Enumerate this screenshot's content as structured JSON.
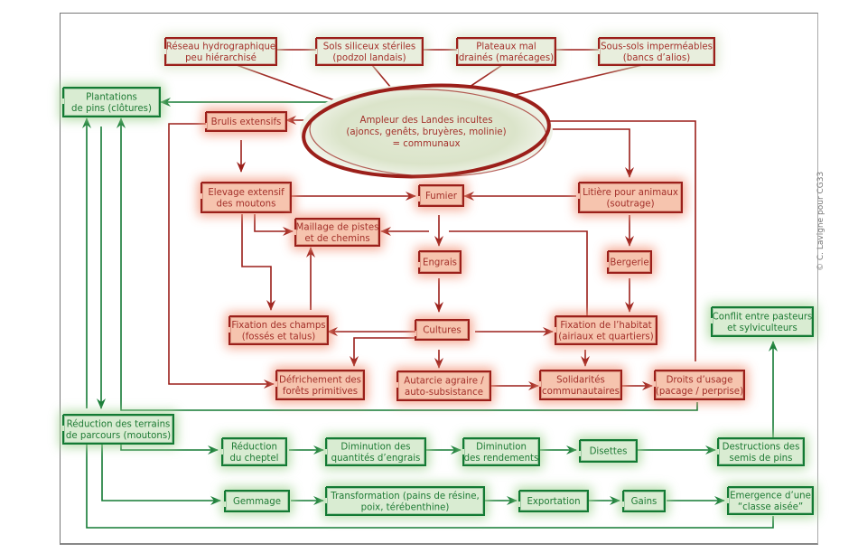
{
  "colors": {
    "red": "#9b1f1a",
    "red_text": "#a3302a",
    "red_fill": "#f6c4ae",
    "red_glow": "#f39a80",
    "green": "#137a34",
    "green_text": "#1e7a34",
    "green_fill": "#d9ecd2",
    "green_glow": "#a9d79b",
    "tan_fill": "#e8eedd",
    "ellipse_fill": "#dfe7cf"
  },
  "copyright": "© C. Lavigne pour CG33",
  "center": {
    "lines": [
      "Ampleur des Landes incultes",
      "(ajoncs, genêts, bruyères, molinie)",
      "= communaux"
    ]
  },
  "nodes": [
    {
      "id": "reseau",
      "style": "tan",
      "lines": [
        "Réseau hydrographique",
        "peu hiérarchisé"
      ]
    },
    {
      "id": "sols",
      "style": "tan",
      "lines": [
        "Sols siliceux stériles",
        "(podzol landais)"
      ]
    },
    {
      "id": "plateaux",
      "style": "tan",
      "lines": [
        "Plateaux mal",
        "drainés (marécages)"
      ]
    },
    {
      "id": "soussols",
      "style": "tan",
      "lines": [
        "Sous-sols imperméables",
        "(bancs d’alios)"
      ]
    },
    {
      "id": "plantations",
      "style": "green",
      "lines": [
        "Plantations",
        "de pins (clôtures)"
      ]
    },
    {
      "id": "brulis",
      "style": "red",
      "lines": [
        "Brulis extensifs"
      ]
    },
    {
      "id": "elevage",
      "style": "red",
      "lines": [
        "Elevage extensif",
        "des moutons"
      ]
    },
    {
      "id": "fumier",
      "style": "red",
      "lines": [
        "Fumier"
      ]
    },
    {
      "id": "litiere",
      "style": "red",
      "lines": [
        "Litière pour animaux",
        "(soutrage)"
      ]
    },
    {
      "id": "maillage",
      "style": "red",
      "lines": [
        "Maillage de pistes",
        "et de chemins"
      ]
    },
    {
      "id": "engrais",
      "style": "red",
      "lines": [
        "Engrais"
      ]
    },
    {
      "id": "bergerie",
      "style": "red",
      "lines": [
        "Bergerie"
      ]
    },
    {
      "id": "fixchamps",
      "style": "red",
      "lines": [
        "Fixation des champs",
        "(fossés et talus)"
      ]
    },
    {
      "id": "cultures",
      "style": "red",
      "lines": [
        "Cultures"
      ]
    },
    {
      "id": "fixhabitat",
      "style": "red",
      "lines": [
        "Fixation de l’habitat",
        "(airiaux et quartiers)"
      ]
    },
    {
      "id": "conflit",
      "style": "green",
      "lines": [
        "Conflit entre pasteurs",
        "et sylviculteurs"
      ]
    },
    {
      "id": "defrichement",
      "style": "red",
      "lines": [
        "Défrichement des",
        "forêts primitives"
      ]
    },
    {
      "id": "autarcie",
      "style": "red",
      "lines": [
        "Autarcie agraire /",
        "auto-subsistance"
      ]
    },
    {
      "id": "solidarites",
      "style": "red",
      "lines": [
        "Solidarités",
        "communautaires"
      ]
    },
    {
      "id": "droits",
      "style": "red",
      "lines": [
        "Droits d’usage",
        "(pacage / perprise)"
      ]
    },
    {
      "id": "reduction_terrains",
      "style": "green",
      "lines": [
        "Réduction des terrains",
        "de parcours (moutons)"
      ]
    },
    {
      "id": "reduction_cheptel",
      "style": "green",
      "lines": [
        "Réduction",
        "du cheptel"
      ]
    },
    {
      "id": "diminution_engrais",
      "style": "green",
      "lines": [
        "Diminution des",
        "quantités d’engrais"
      ]
    },
    {
      "id": "diminution_rendements",
      "style": "green",
      "lines": [
        "Diminution",
        "des rendements"
      ]
    },
    {
      "id": "disettes",
      "style": "green",
      "lines": [
        "Disettes"
      ]
    },
    {
      "id": "destructions",
      "style": "green",
      "lines": [
        "Destructions des",
        "semis de pins"
      ]
    },
    {
      "id": "gemmage",
      "style": "green",
      "lines": [
        "Gemmage"
      ]
    },
    {
      "id": "transformation",
      "style": "green",
      "lines": [
        "Transformation (pains de résine,",
        "poix, térébenthine)"
      ]
    },
    {
      "id": "exportation",
      "style": "green",
      "lines": [
        "Exportation"
      ]
    },
    {
      "id": "gains",
      "style": "green",
      "lines": [
        "Gains"
      ]
    },
    {
      "id": "emergence",
      "style": "green",
      "lines": [
        "Emergence d’une",
        "“classe aisée”"
      ]
    }
  ],
  "edges": [
    {
      "from": "reseau",
      "to": "center",
      "color": "red"
    },
    {
      "from": "sols",
      "to": "center",
      "color": "red"
    },
    {
      "from": "plateaux",
      "to": "center",
      "color": "red"
    },
    {
      "from": "soussols",
      "to": "center",
      "color": "red"
    },
    {
      "from": "center",
      "to": "plantations",
      "color": "green"
    },
    {
      "from": "center",
      "to": "brulis",
      "color": "red"
    },
    {
      "from": "center",
      "to": "litiere",
      "color": "red"
    },
    {
      "from": "droits",
      "to": "center",
      "color": "red"
    },
    {
      "from": "brulis",
      "to": "elevage",
      "color": "red"
    },
    {
      "from": "brulis",
      "to": "defrichement",
      "color": "red"
    },
    {
      "from": "elevage",
      "to": "fumier",
      "color": "red"
    },
    {
      "from": "elevage",
      "to": "maillage",
      "color": "red"
    },
    {
      "from": "elevage",
      "to": "fixchamps",
      "color": "red"
    },
    {
      "from": "litiere",
      "to": "fumier",
      "color": "red"
    },
    {
      "from": "litiere",
      "to": "bergerie",
      "color": "red"
    },
    {
      "from": "fumier",
      "to": "engrais",
      "color": "red"
    },
    {
      "from": "fixhabitat",
      "to": "maillage",
      "color": "red"
    },
    {
      "from": "fixchamps",
      "to": "maillage",
      "color": "red"
    },
    {
      "from": "engrais",
      "to": "cultures",
      "color": "red"
    },
    {
      "from": "bergerie",
      "to": "fixhabitat",
      "color": "red"
    },
    {
      "from": "cultures",
      "to": "fixchamps",
      "color": "red"
    },
    {
      "from": "cultures",
      "to": "fixhabitat",
      "color": "red"
    },
    {
      "from": "cultures",
      "to": "defrichement",
      "color": "red"
    },
    {
      "from": "cultures",
      "to": "autarcie",
      "color": "red"
    },
    {
      "from": "fixhabitat",
      "to": "solidarites",
      "color": "red"
    },
    {
      "from": "autarcie",
      "to": "solidarites",
      "color": "red"
    },
    {
      "from": "solidarites",
      "to": "droits",
      "color": "red"
    },
    {
      "from": "plantations",
      "to": "reduction_terrains",
      "color": "green"
    },
    {
      "from": "reduction_terrains",
      "to": "plantations",
      "color": "green"
    },
    {
      "from": "droits",
      "to": "plantations",
      "color": "green"
    },
    {
      "from": "reduction_terrains",
      "to": "reduction_cheptel",
      "color": "green"
    },
    {
      "from": "reduction_cheptel",
      "to": "diminution_engrais",
      "color": "green"
    },
    {
      "from": "diminution_engrais",
      "to": "diminution_rendements",
      "color": "green"
    },
    {
      "from": "diminution_rendements",
      "to": "disettes",
      "color": "green"
    },
    {
      "from": "disettes",
      "to": "destructions",
      "color": "green"
    },
    {
      "from": "destructions",
      "to": "conflit",
      "color": "green"
    },
    {
      "from": "reduction_terrains",
      "to": "gemmage",
      "color": "green"
    },
    {
      "from": "gemmage",
      "to": "transformation",
      "color": "green"
    },
    {
      "from": "transformation",
      "to": "exportation",
      "color": "green"
    },
    {
      "from": "exportation",
      "to": "gains",
      "color": "green"
    },
    {
      "from": "gains",
      "to": "emergence",
      "color": "green"
    },
    {
      "from": "emergence",
      "to": "plantations",
      "color": "green"
    }
  ]
}
